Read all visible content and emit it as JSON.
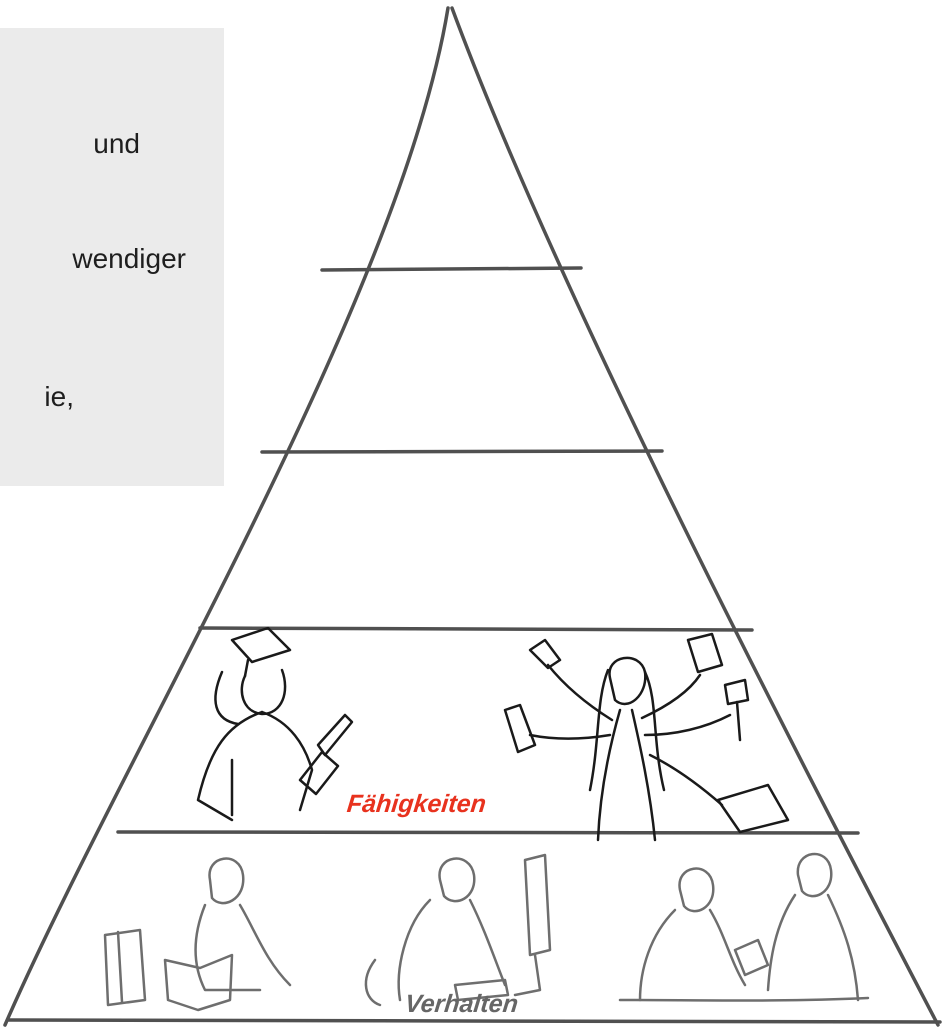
{
  "info_box": {
    "lines": [
      "und",
      "wendiger",
      "ie,"
    ]
  },
  "pyramid": {
    "levels": [
      {
        "label": "",
        "has_illustration": false
      },
      {
        "label": "",
        "has_illustration": false
      },
      {
        "label": "",
        "has_illustration": false
      },
      {
        "label": "Fähigkeiten",
        "label_color": "#e8321e",
        "illustrations": [
          "graduate-person-icon",
          "multitasking-person-icon"
        ]
      },
      {
        "label": "Verhalten",
        "label_color": "#666666",
        "illustrations": [
          "reading-person-icon",
          "computer-worker-icon",
          "conversation-people-icon"
        ]
      }
    ]
  },
  "colors": {
    "outline": "#505050",
    "info_box_bg": "#ebebeb",
    "accent_red": "#e8321e",
    "muted_gray": "#6e6e6e"
  }
}
